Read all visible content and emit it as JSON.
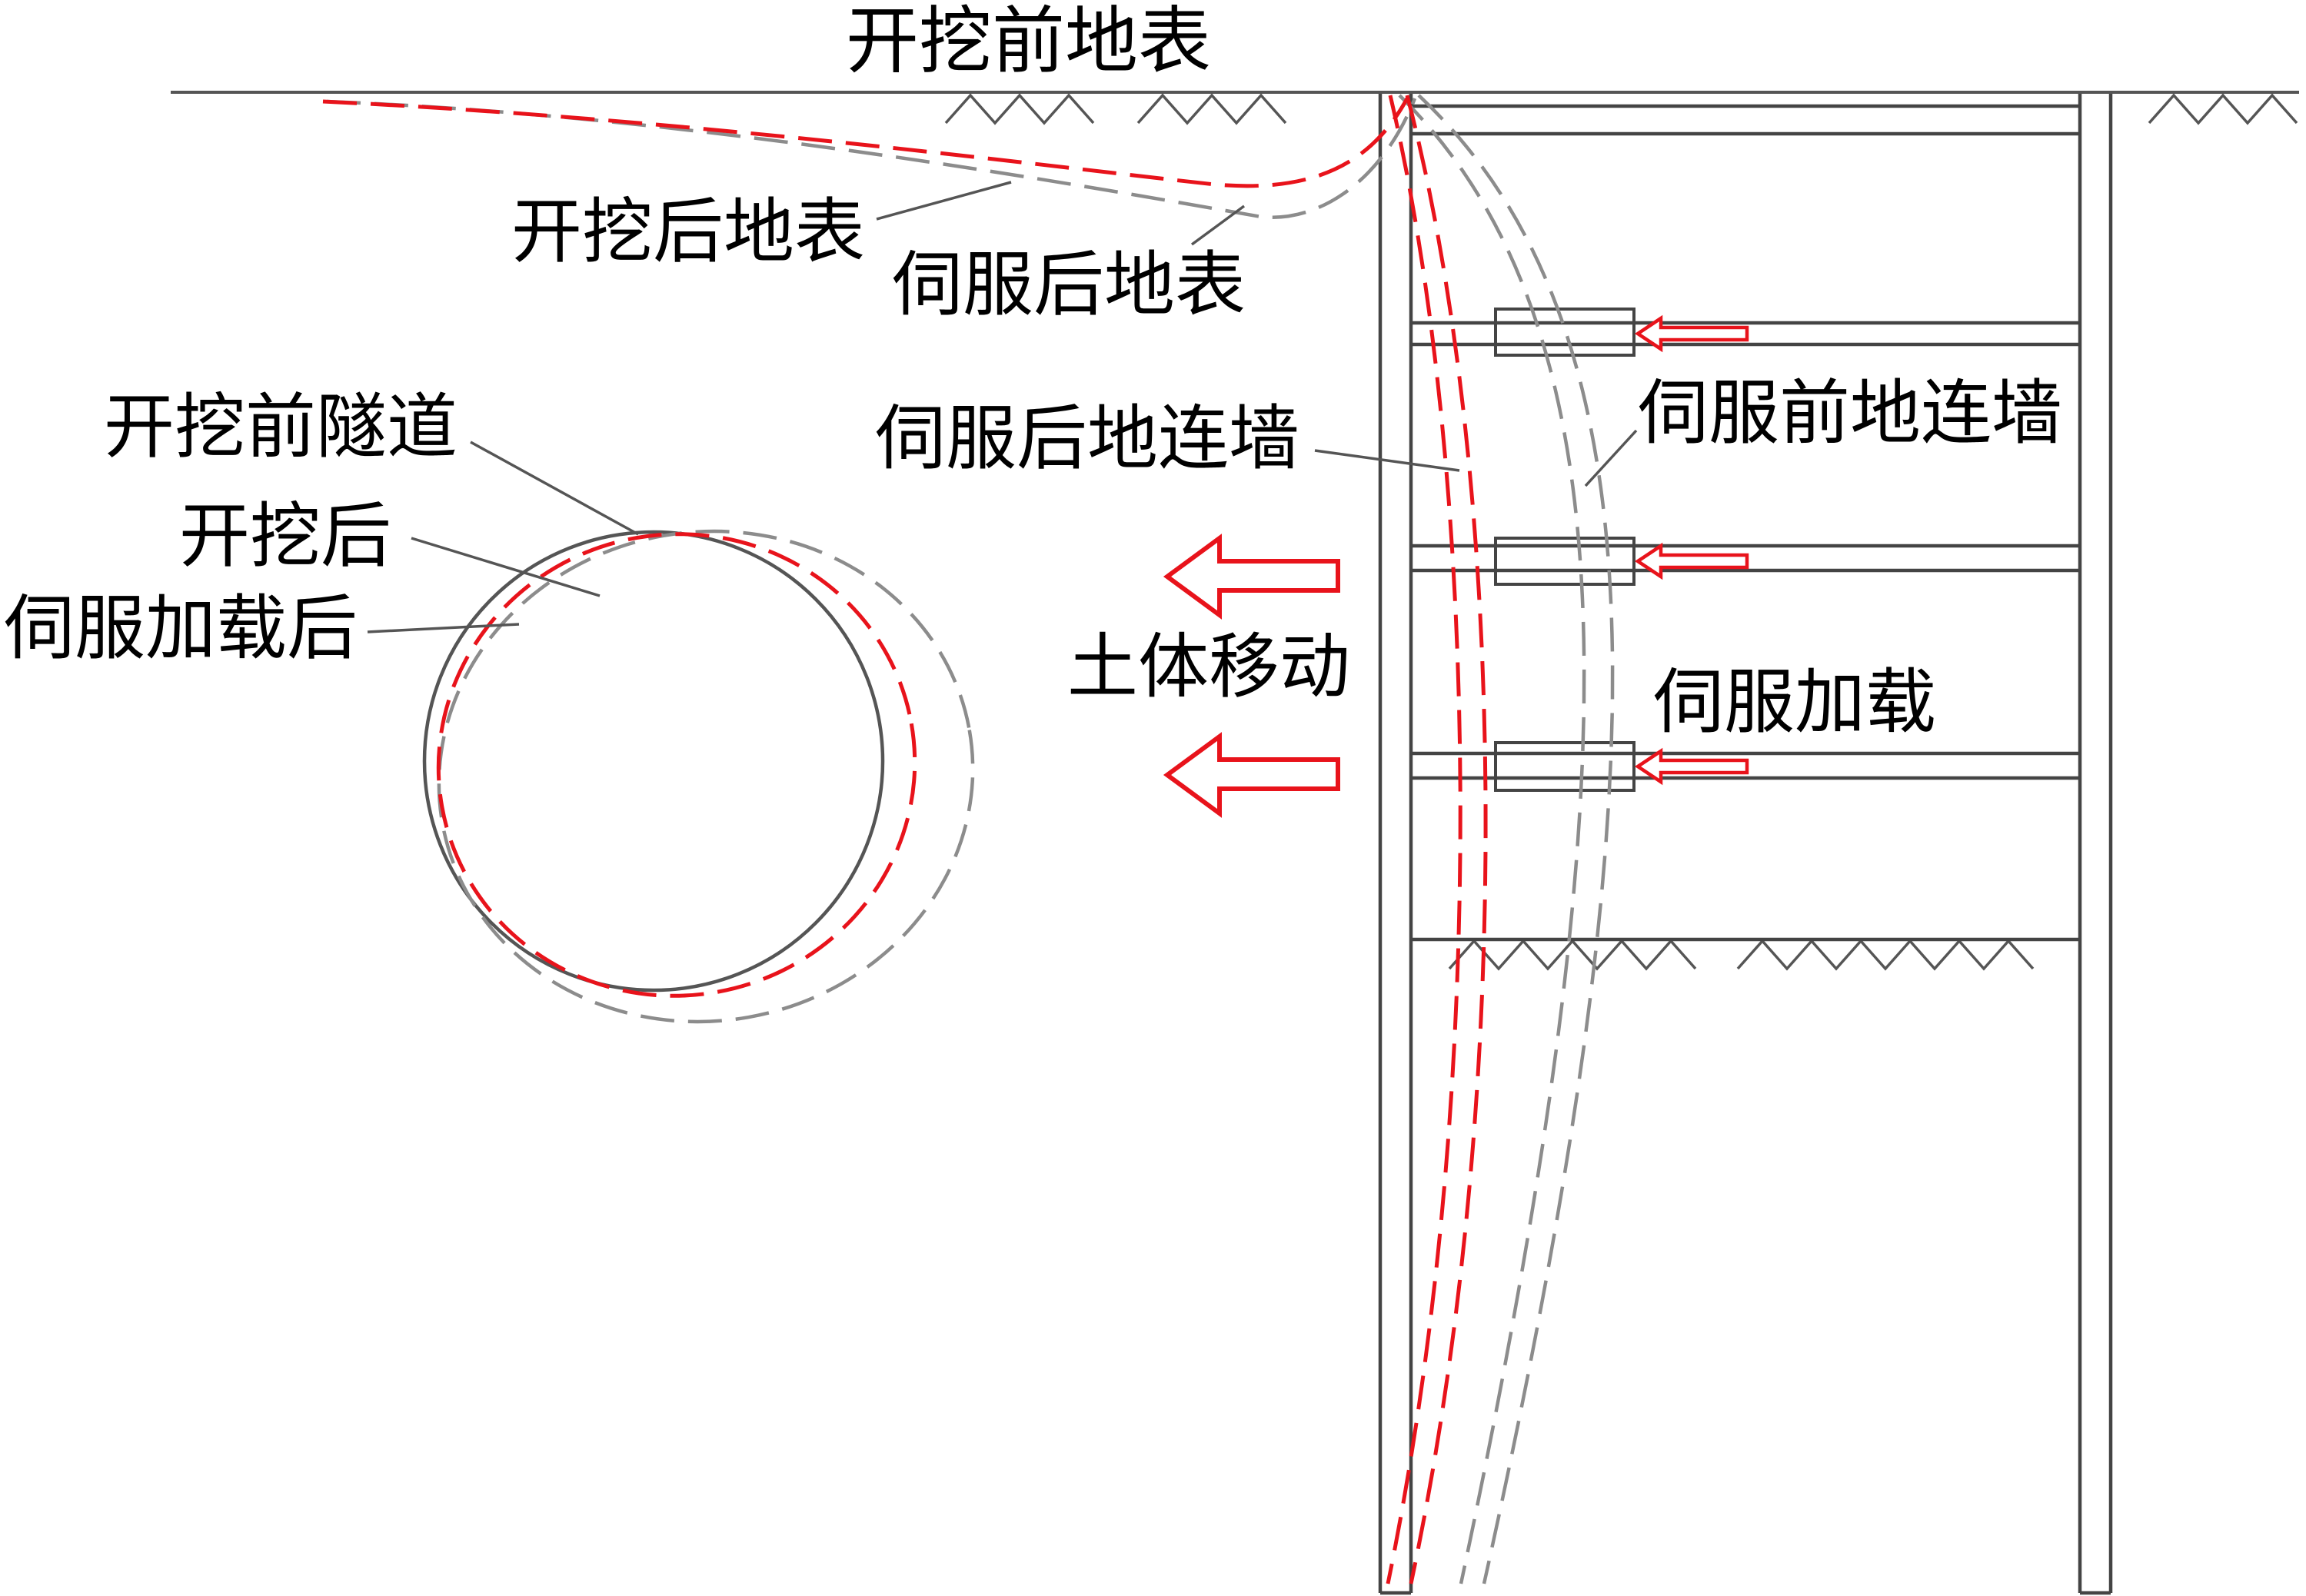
{
  "labels": {
    "ground_before": "开挖前地表",
    "ground_after_excavation": "开挖后地表",
    "ground_after_servo": "伺服后地表",
    "tunnel_before": "开挖前隧道",
    "tunnel_after_excavation": "开挖后",
    "tunnel_after_servo": "伺服加载后",
    "wall_after_servo": "伺服后地连墙",
    "wall_before_servo": "伺服前地连墙",
    "soil_movement": "土体移动",
    "servo_loading": "伺服加载"
  },
  "colors": {
    "line_gray": "#555555",
    "line_dark": "#444444",
    "dashed_gray": "#8c8c8c",
    "accent_red": "#e8131b",
    "text": "#000000"
  }
}
